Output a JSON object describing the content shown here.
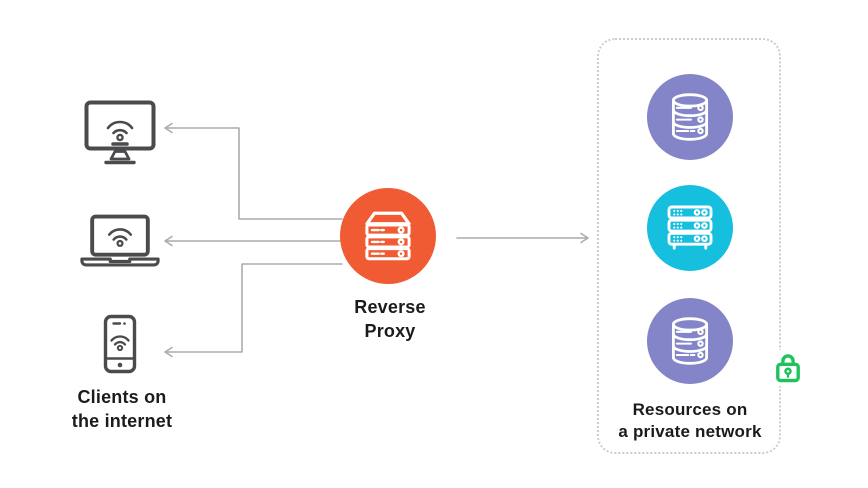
{
  "diagram_title": "reverse-proxy-architecture",
  "clients": {
    "label": [
      "Clients on",
      "the internet"
    ],
    "icon_color": "#4b4b4d",
    "devices": [
      {
        "icon": "desktop-wifi-icon"
      },
      {
        "icon": "laptop-wifi-icon"
      },
      {
        "icon": "smartphone-wifi-icon"
      }
    ]
  },
  "proxy": {
    "label": [
      "Reverse",
      "Proxy"
    ],
    "icon": "server-stack-icon",
    "circle_color": "#F15B33",
    "icon_color": "#ffffff"
  },
  "private_network": {
    "label": [
      "Resources on",
      "a private network"
    ],
    "border_color": "#cdcdcd",
    "resources": [
      {
        "icon": "database-icon",
        "circle_color": "#8385C8"
      },
      {
        "icon": "server-rack-icon",
        "circle_color": "#16BFDD"
      },
      {
        "icon": "database-icon",
        "circle_color": "#8385C8"
      }
    ],
    "lock": {
      "icon": "lock-icon",
      "color": "#1DC45C"
    }
  },
  "connectors": {
    "color": "#A9ACB1"
  },
  "text_color": "#1b1b1b",
  "background_color": "#ffffff"
}
